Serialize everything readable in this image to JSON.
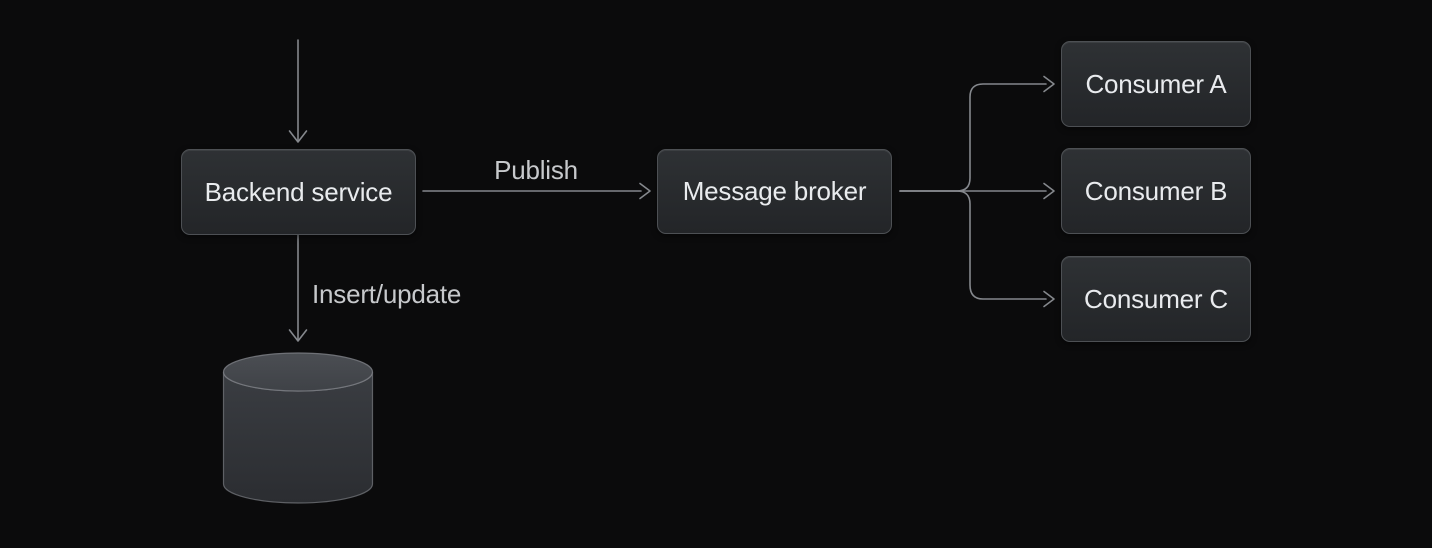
{
  "diagram": {
    "nodes": {
      "backend": {
        "label": "Backend service"
      },
      "broker": {
        "label": "Message broker"
      },
      "consumers": [
        {
          "label": "Consumer A"
        },
        {
          "label": "Consumer B"
        },
        {
          "label": "Consumer C"
        }
      ]
    },
    "edges": {
      "publish": {
        "label": "Publish"
      },
      "insert_update": {
        "label": "Insert/update"
      }
    },
    "icons": {
      "database": "database-cylinder-icon"
    },
    "colors": {
      "bg": "#0b0b0c",
      "node_fill_top": "#2e3134",
      "node_fill_bottom": "#232528",
      "node_border": "#4d5054",
      "node_text": "#e9ebee",
      "connector": "#85888d",
      "label_text": "#c7c9cc",
      "db_top_fill": "#4a4d52",
      "db_body_top": "#3a3d42",
      "db_body_bottom": "#2b2d31",
      "db_stroke": "#7a7d83"
    }
  }
}
